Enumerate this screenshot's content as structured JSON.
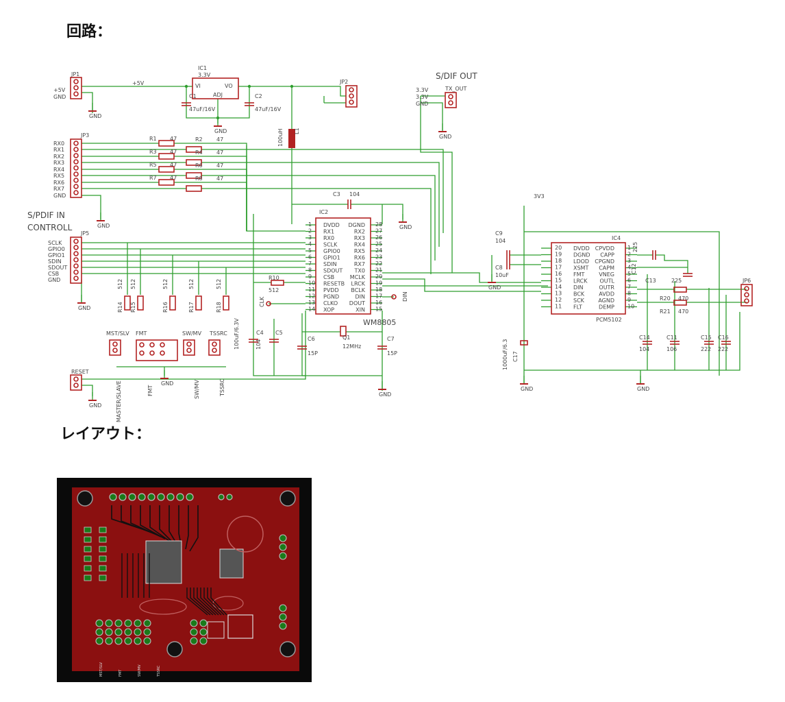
{
  "headings": {
    "circuit": "回路：",
    "layout": "レイアウト："
  },
  "colors": {
    "wire": "#2e9e2e",
    "part": "#b22222",
    "text": "#444444",
    "board": "#8b1010",
    "board_bg": "#0a0a0a"
  },
  "labels": {
    "jp1": "JP1",
    "jp1_pins": [
      "+5V",
      "GND"
    ],
    "v5": "+5V",
    "ic1": "IC1",
    "ic1_v": "3.3V",
    "ic1_vi": "VI",
    "ic1_vo": "VO",
    "ic1_adj": "ADJ",
    "c1": "C1",
    "c1_val": "47uF/16V",
    "c2": "C2",
    "c2_val": "47uF/16V",
    "gnd": "GND",
    "jp2": "JP2",
    "sdif_out": "S/DIF OUT",
    "tx_out": "TX_OUT",
    "v33": "3.3V",
    "l1": "L1",
    "l1_val": "100uH",
    "jp3": "JP3",
    "jp3_pins": [
      "RX0",
      "RX1",
      "RX2",
      "RX3",
      "RX4",
      "RX5",
      "RX6",
      "RX7",
      "GND"
    ],
    "res_left": [
      "R1",
      "R3",
      "R5",
      "R7"
    ],
    "res_right": [
      "R2",
      "R4",
      "R6",
      "R8"
    ],
    "r47": "47",
    "spdif_in": "S/PDIF IN",
    "controll": "CONTROLL",
    "jp5": "JP5",
    "jp5_pins": [
      "SCLK",
      "GPIO0",
      "GPIO1",
      "SDIN",
      "SDOUT",
      "CSB",
      "GND"
    ],
    "c3": "C3",
    "c3_val": "104",
    "ic2": "IC2",
    "ic2_name": "WM8805",
    "ic2_left": [
      "DVDD",
      "RX1",
      "RX0",
      "SCLK",
      "GPIO0",
      "GPIO1",
      "SDIN",
      "SDOUT",
      "CSB",
      "RESETB",
      "PVDD",
      "PGND",
      "CLKO",
      "XOP"
    ],
    "ic2_right": [
      "DGND",
      "RX2",
      "RX3",
      "RX4",
      "RX5",
      "RX6",
      "RX7",
      "TX0",
      "MCLK",
      "LRCK",
      "BCLK",
      "DIN",
      "DOUT",
      "XIN"
    ],
    "r10": "R10",
    "r10_val": "512",
    "clk": "CLK",
    "din": "DIN",
    "res_bottom": [
      "R14",
      "R15",
      "R16",
      "R17",
      "R18"
    ],
    "r512": "512",
    "jp_bottom": [
      "MST/SLV",
      "FMT",
      "SW/MV",
      "TSSRC"
    ],
    "jp_bottom_vert": [
      "MASTER/SLAVE",
      "FMT",
      "SW/MV",
      "TSSRC"
    ],
    "reset": "RESET",
    "c4": "C4",
    "c4_val": "100uF/6.3V",
    "c5": "C5",
    "c5_val": "104",
    "c6": "C6",
    "c6_val": "15P",
    "q1": "Q1",
    "q1_val": "12MHz",
    "c7": "C7",
    "c7_val": "15P",
    "v3v3": "3V3",
    "c9": "C9",
    "c9_val": "104",
    "c8": "C8",
    "c8_val": "10uF",
    "ic4": "IC4",
    "ic4_name": "PCM5102",
    "ic4_left": [
      "DVDD",
      "DGND",
      "LDOD",
      "XSMT",
      "FMT",
      "LRCK",
      "DIN",
      "BCK",
      "SCK",
      "FLT"
    ],
    "ic4_right": [
      "CPVDD",
      "CAPP",
      "CPGND",
      "CAPM",
      "VNEG",
      "OUTL",
      "OUTR",
      "AVDD",
      "AGND",
      "DEMP"
    ],
    "c10": "225",
    "c12": "C12",
    "c13": "C13",
    "c13_val": "225",
    "r20": "R20",
    "r21": "R21",
    "r470": "470",
    "jp6": "JP6",
    "c17": "C17",
    "c17_val": "1000uF/6.3",
    "caps_bottom": [
      {
        "n": "C14",
        "v": "104"
      },
      {
        "n": "C11",
        "v": "106"
      },
      {
        "n": "C15",
        "v": "222"
      },
      {
        "n": "C16",
        "v": "222"
      }
    ]
  },
  "pcb_labels": [
    "MST/SLV",
    "FMT",
    "SW/MV",
    "TSSRC"
  ]
}
